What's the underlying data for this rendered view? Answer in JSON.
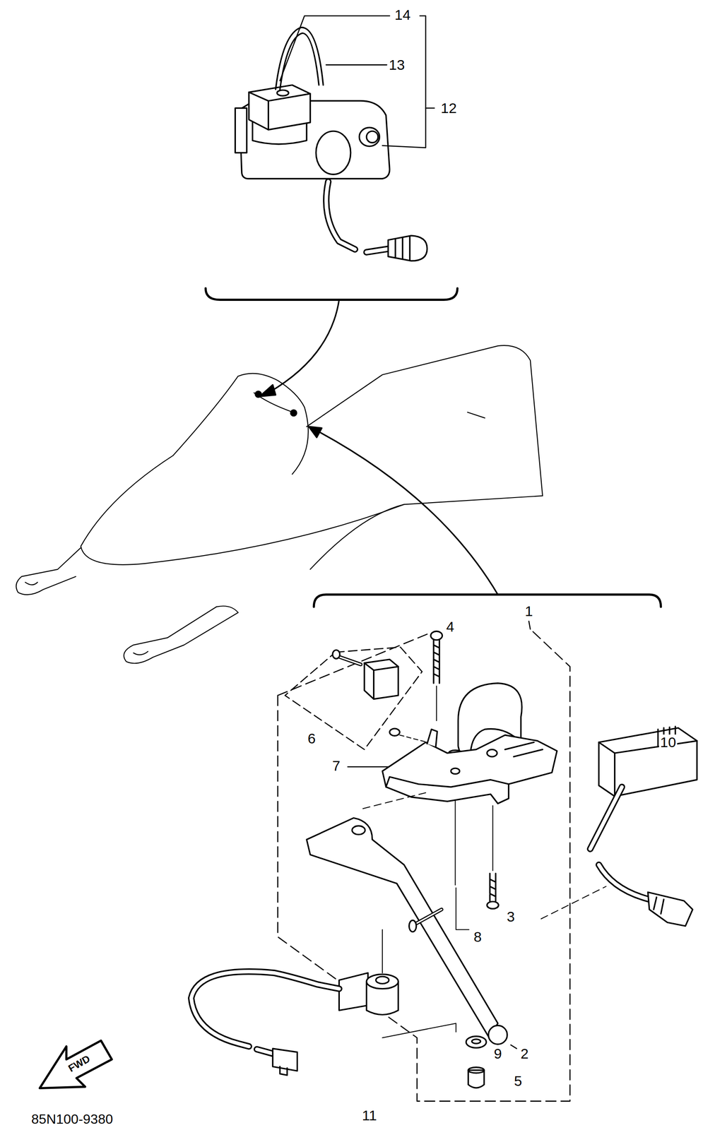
{
  "diagram": {
    "labels": [
      "14",
      "13",
      "12",
      "1",
      "4",
      "6",
      "7",
      "10",
      "8",
      "3",
      "2",
      "9",
      "5",
      "11",
      "FWD",
      "85N100-9380"
    ]
  }
}
